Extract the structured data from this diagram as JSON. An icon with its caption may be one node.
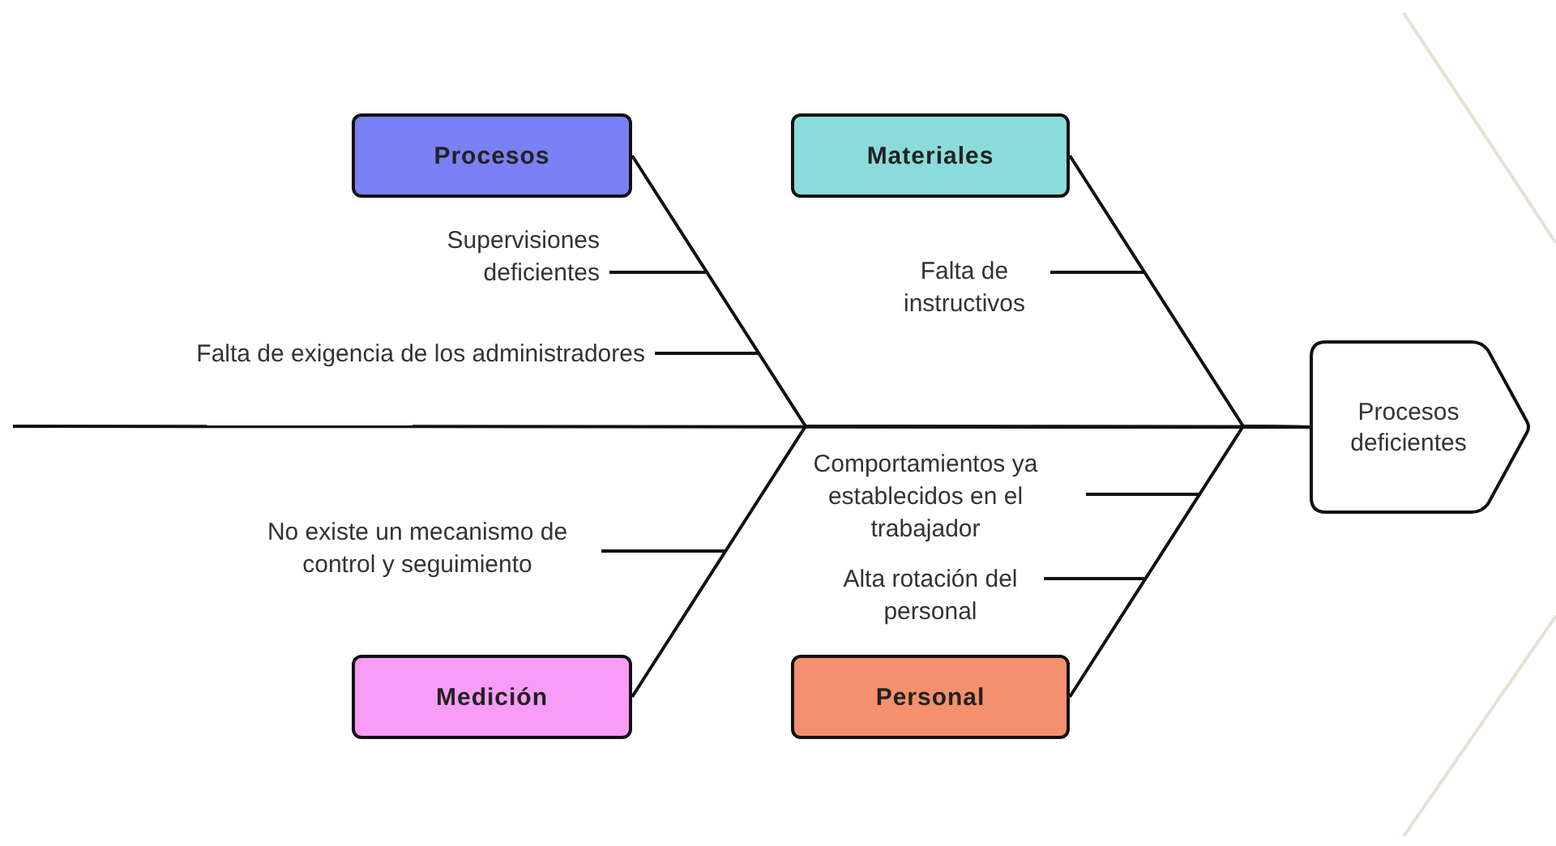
{
  "diagram": {
    "nodes": [
      {
        "text": [
          "Procesos"
        ]
      },
      {
        "text": [
          "Materiales"
        ]
      },
      {
        "text": [
          "Supervisiones deficientes"
        ]
      },
      {
        "text": [
          "Falta de instructivos"
        ]
      },
      {
        "text": [
          "Falta de exigencia de los administradores"
        ]
      },
      {
        "text": [
          "Procesos deficientes"
        ]
      },
      {
        "text": [
          "Comportamientos ya establecidos en el trabajador"
        ]
      },
      {
        "text": [
          "No existe un mecanismo de control y seguimiento"
        ]
      },
      {
        "text": [
          "Alta rotación del personal"
        ]
      },
      {
        "text": [
          "Medición"
        ]
      },
      {
        "text": [
          "Personal"
        ]
      }
    ],
    "edges": [
      {
        "from": null,
        "to": 5,
        "arrow": "none"
      },
      {
        "from": 0,
        "to": 5,
        "arrow": "none"
      },
      {
        "from": 1,
        "to": 5,
        "arrow": "none"
      },
      {
        "from": 9,
        "to": 5,
        "arrow": "none"
      },
      {
        "from": 10,
        "to": 5,
        "arrow": "none"
      },
      {
        "from": 2,
        "to": null,
        "arrow": "none"
      },
      {
        "from": 4,
        "to": null,
        "arrow": "none"
      },
      {
        "from": 3,
        "to": null,
        "arrow": "none"
      },
      {
        "from": 7,
        "to": null,
        "arrow": "none"
      },
      {
        "from": 6,
        "to": null,
        "arrow": "none"
      },
      {
        "from": 8,
        "to": null,
        "arrow": "none"
      }
    ]
  }
}
